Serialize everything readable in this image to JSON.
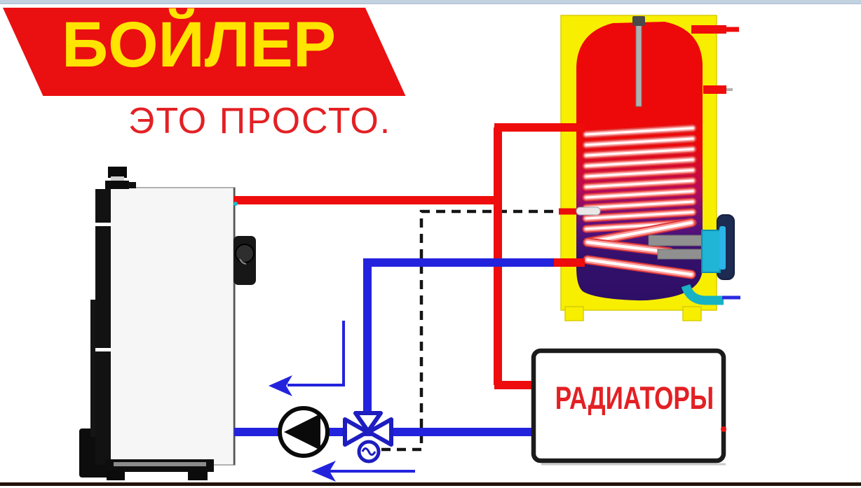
{
  "banner": {
    "title": "БОЙЛЕР",
    "subtitle": "ЭТО ПРОСТО.",
    "bg_color": "#ea0f10",
    "title_color": "#ffe400",
    "subtitle_color": "#e32024"
  },
  "diagram": {
    "radiators_label": "РАДИАТОРЫ",
    "colors": {
      "hot_pipe": "#ee0c0c",
      "cold_pipe": "#2323dd",
      "tank_casing": "#f8ee00",
      "tank_top": "#ed0909",
      "tank_bottom": "#2e0f66",
      "heating_element_flange": "#20b4d6",
      "valve": "#1d1dc0",
      "sensor_dashed_line": "#141414",
      "top_strip": "#c2d1e0",
      "bottom_bar": "#221309"
    },
    "components": {
      "boiler": "solid fuel boiler",
      "water_heater": "indirect heating boiler tank",
      "coil": "heat exchanger coil",
      "anode": "anode rod",
      "heating_element": "electric heating element",
      "pump": "circulation pump",
      "valve": "three-way mixing valve",
      "actuator": "valve actuator",
      "sensor_line": "temperature sensor line",
      "radiators": "radiators block"
    }
  }
}
